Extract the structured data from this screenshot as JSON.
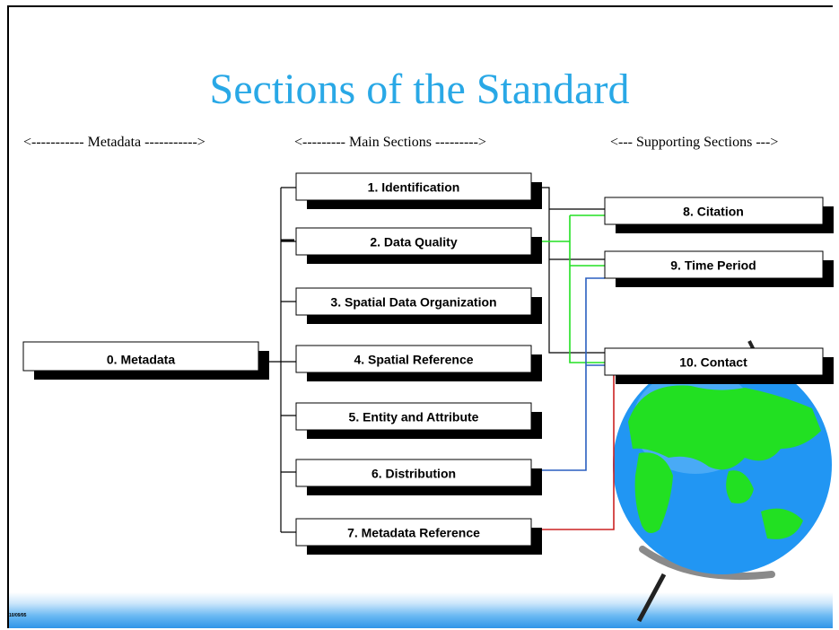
{
  "title": "Sections of the Standard",
  "headers": {
    "left": "<----------- Metadata ----------->",
    "middle": "<--------- Main Sections --------->",
    "right": "<--- Supporting Sections --->"
  },
  "boxes": {
    "metadata": "0. Metadata",
    "identification": "1. Identification",
    "data_quality": "2. Data Quality",
    "spatial_data_organization": "3. Spatial Data Organization",
    "spatial_reference": "4. Spatial Reference",
    "entity_attribute": "5. Entity and Attribute",
    "distribution": "6. Distribution",
    "metadata_reference": "7. Metadata Reference",
    "citation": "8. Citation",
    "time_period": "9. Time Period",
    "contact": "10. Contact"
  },
  "footer_date": "10/09/95",
  "colors": {
    "title": "#29a8e6",
    "green_link": "#22e022",
    "blue_link": "#2a5fc0",
    "red_link": "#cc2222",
    "ocean": "#2196f3",
    "land": "#22e022"
  },
  "icons": [
    "globe-icon"
  ]
}
